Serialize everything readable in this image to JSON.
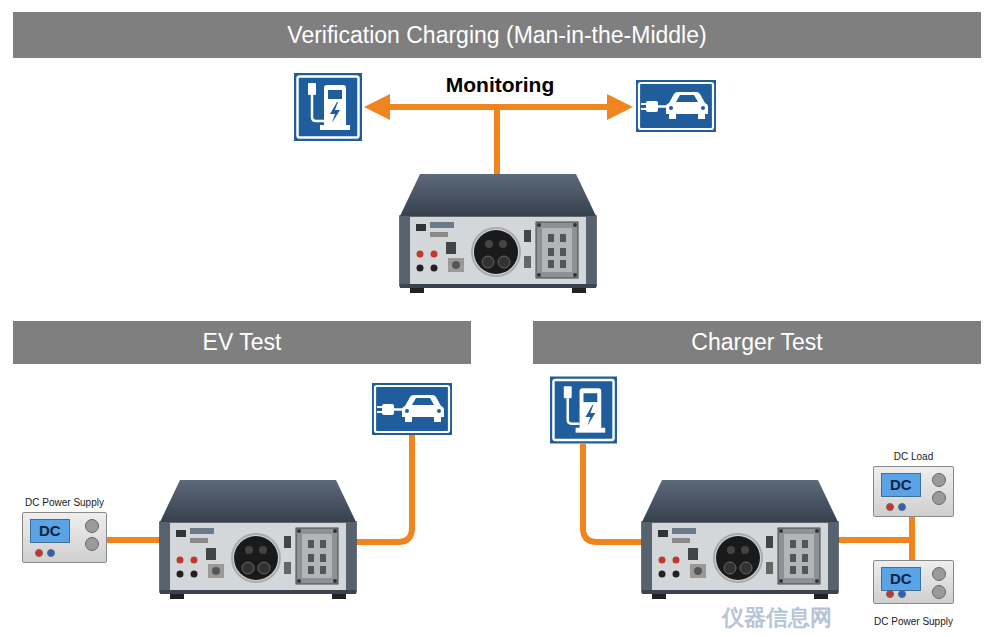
{
  "diagram": {
    "nodes": [
      {
        "text": [
          "Verification Charging (Man-in-the-Middle)"
        ]
      },
      {
        "text": [
          "EV Test"
        ]
      },
      {
        "text": [
          "Charger Test"
        ]
      },
      {
        "text": [
          "DC Power Supply",
          "DC"
        ]
      },
      {
        "text": [
          "DC Load",
          "DC"
        ]
      },
      {
        "text": [
          "DC",
          "DC Power Supply"
        ]
      }
    ],
    "labels": [
      "Monitoring",
      "仪器信息网"
    ]
  }
}
